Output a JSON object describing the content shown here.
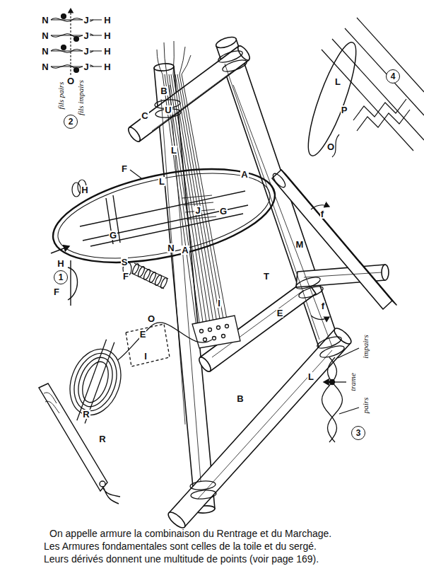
{
  "diagram": {
    "caption": "On appelle armure la combinaison du Rentrage et du Marchage. Les Armures fondamentales sont celles de la toile et du sergé. Leurs dérivés donnent une multitude de points (voir page 169).",
    "nodes": [
      {
        "text": [
          "4"
        ]
      },
      {
        "text": [
          "2"
        ]
      },
      {
        "text": [
          "1"
        ]
      },
      {
        "text": [
          "3"
        ]
      }
    ],
    "labels": [
      "N",
      "J",
      "H",
      "N",
      "J",
      "H",
      "N",
      "J",
      "H",
      "N",
      "J",
      "H",
      "fils pairs",
      "O",
      "fils impairs",
      "L",
      "P",
      "O",
      "B",
      "C",
      "U",
      "L",
      "F",
      "L",
      "H",
      "A",
      "J",
      "G",
      "G",
      "N",
      "A",
      "M",
      "f",
      "S",
      "H",
      "F",
      "F",
      "T",
      "I",
      "f",
      "E",
      "O",
      "E",
      "I",
      "L",
      "impairs",
      "trame",
      "B",
      "pairs",
      "R",
      "R"
    ]
  }
}
